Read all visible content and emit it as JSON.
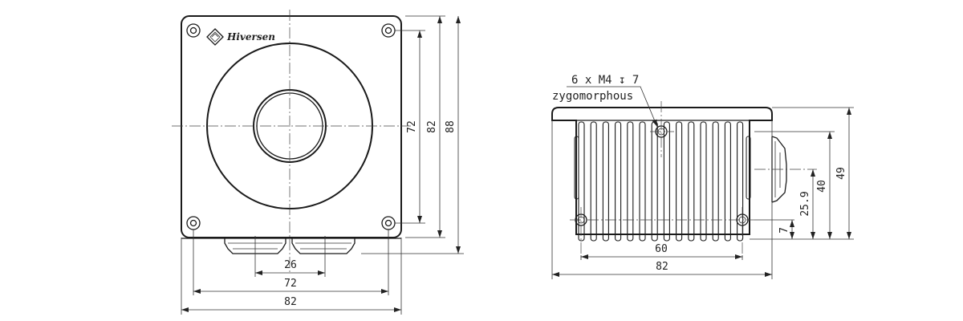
{
  "front_view": {
    "brand": "Hiversen",
    "dims": {
      "h72": "72",
      "h82": "82",
      "h88": "88",
      "w26": "26",
      "w72": "72",
      "w82": "82"
    }
  },
  "side_view": {
    "thread_note": "6 x  M4 ↧ 7",
    "arrangement": "zygomorphous",
    "dims": {
      "h49": "49",
      "h40": "40",
      "h25_9": "25.9",
      "h7": "7",
      "w60": "60",
      "w82": "82"
    }
  },
  "icons": {
    "logo": "diamond-logo-icon",
    "arrow": "dimension-arrow-icon"
  }
}
